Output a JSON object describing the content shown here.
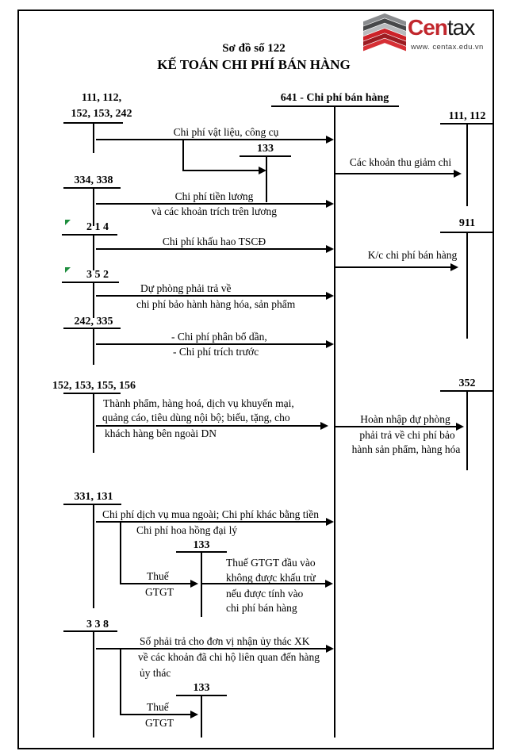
{
  "title": {
    "line1": "Sơ đồ số 122",
    "line2": "KẾ TOÁN CHI PHÍ BÁN HÀNG"
  },
  "logo": {
    "brand_red": "Cen",
    "brand_dark": "tax",
    "url": "www. centax.edu.vn"
  },
  "colors": {
    "brand_red": "#c1272d",
    "line": "#000000",
    "marker_green": "#1e8e3e"
  },
  "central_account": {
    "header": "641 - Chi phí bán hàng"
  },
  "accounts": {
    "left1_line1": "111, 112,",
    "left1_line2": "152, 153, 242",
    "left2": "334, 338",
    "left3": "2 1 4",
    "left4": "3 5 2",
    "left5": "242, 335",
    "left6": "152, 153, 155, 156",
    "left7": "331, 131",
    "left8": "3 3 8",
    "right1": "111, 112",
    "right2": "911",
    "right3": "352",
    "tax1": "133",
    "tax2": "133",
    "tax3": "133"
  },
  "flows": {
    "materials": "Chi phí vật liệu, công cụ",
    "salary1": "Chi phí tiền lương",
    "salary2": "và các khoản trích trên lương",
    "depreciation": "Chi phí khấu hao TSCĐ",
    "warranty1": "Dự phòng phải trả về",
    "warranty2": "chi phí bảo hành hàng hóa, sản phẩm",
    "alloc1": "- Chi phí phân bổ dần,",
    "alloc2": "- Chi phí trích trước",
    "goods1": "Thành phẩm, hàng hoá, dịch vụ khuyến mại,",
    "goods2": "quảng cáo, tiêu dùng nội bộ; biếu, tặng, cho",
    "goods3": "khách hàng bên ngoài DN",
    "services1": "Chi phí dịch vụ mua ngoài; Chi phí khác bằng tiền",
    "services2": "Chi phí hoa hồng đại lý",
    "vat_label1": "Thuế",
    "vat_label2": "GTGT",
    "vat_note1": "Thuế GTGT đầu vào",
    "vat_note2": "không được khấu trừ",
    "vat_note3": "nếu được tính vào",
    "vat_note4": "chi phí bán hàng",
    "entrust1": "Số phải trả cho đơn vị nhận ủy thác XK",
    "entrust2": "về các khoản đã chi hộ liên quan đến hàng",
    "entrust3": "ủy thác",
    "reduction": "Các khoản thu giảm chi",
    "transfer": "K/c chi phí bán hàng",
    "reversal1": "Hoàn nhập dự phòng",
    "reversal2": "phải trả về chi phí bảo",
    "reversal3": "hành sản phẩm, hàng hóa"
  }
}
